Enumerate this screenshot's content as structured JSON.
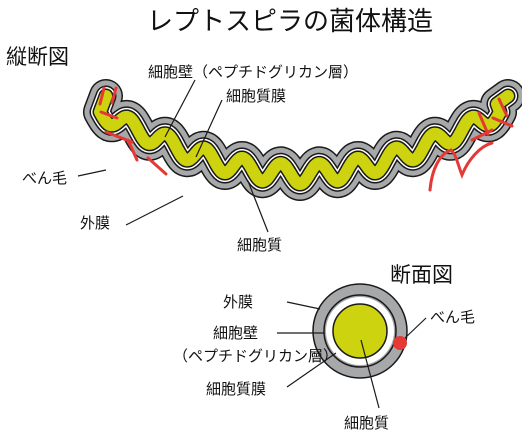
{
  "title": "レプトスピラの菌体構造",
  "longitudinal": {
    "heading": "縦断図",
    "labels": {
      "cell_wall": "細胞壁（ペプチドグリカン層）",
      "cell_membrane": "細胞質膜",
      "flagellum": "べん毛",
      "outer_membrane": "外膜",
      "cytoplasm": "細胞質"
    }
  },
  "cross_section": {
    "heading": "断面図",
    "labels": {
      "outer_membrane": "外膜",
      "cell_wall_line1": "細胞壁",
      "cell_wall_line2": "（ペプチドグリカン層）",
      "cell_membrane": "細胞質膜",
      "flagellum": "べん毛",
      "cytoplasm": "細胞質"
    }
  },
  "colors": {
    "outer_membrane": "#a7a8aa",
    "periplasm": "#ffffff",
    "cytoplasm": "#cdd30f",
    "flagellum": "#e53935",
    "outline": "#1a1a1a",
    "text": "#111111"
  }
}
